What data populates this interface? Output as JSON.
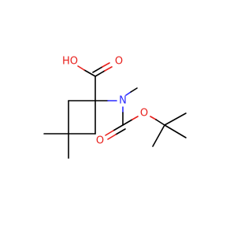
{
  "molecule": {
    "atoms": {
      "carboxyl_hydroxyl": "HO",
      "carboxyl_carbonyl_oxygen": "O",
      "amine_nitrogen": "N",
      "carbamate_ester_oxygen": "O",
      "carbamate_carbonyl_oxygen": "O"
    },
    "colors": {
      "bond": "#000000",
      "oxygen": "#e8201c",
      "nitrogen": "#2a2aff",
      "background": "#ffffff"
    }
  }
}
